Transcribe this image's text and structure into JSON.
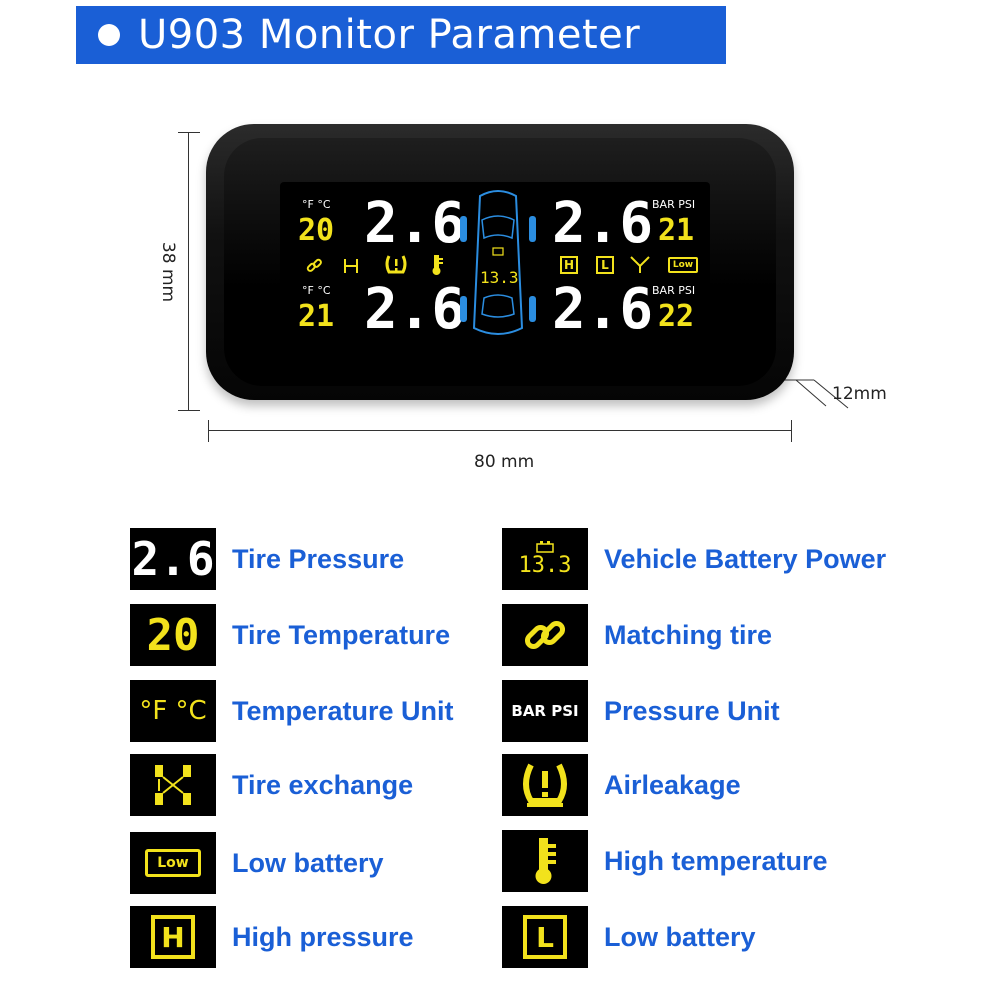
{
  "banner": {
    "title": "U903 Monitor Parameter"
  },
  "dimensions": {
    "height": "38 mm",
    "width": "80 mm",
    "depth": "12mm"
  },
  "display": {
    "temp_unit": "°F °C",
    "pressure_unit": "BAR PSI",
    "front_left": {
      "pressure": "2.6",
      "temperature": "20"
    },
    "front_right": {
      "pressure": "2.6",
      "temperature": "21"
    },
    "rear_left": {
      "pressure": "2.6",
      "temperature": "21"
    },
    "rear_right": {
      "pressure": "2.6",
      "temperature": "22"
    },
    "battery_voltage": "13.3",
    "low_badge": "Low",
    "h_badge": "H",
    "l_badge": "L"
  },
  "legend": {
    "left": [
      {
        "tile": "2.6",
        "label": "Tire Pressure",
        "icon": "pressure-digits-icon"
      },
      {
        "tile": "20",
        "label": "Tire Temperature",
        "icon": "temperature-digits-icon"
      },
      {
        "tile": "°F °C",
        "label": "Temperature Unit",
        "icon": "temp-unit-icon"
      },
      {
        "tile": "",
        "label": "Tire exchange",
        "icon": "tire-exchange-icon"
      },
      {
        "tile": "Low",
        "label": "Low battery",
        "icon": "low-battery-icon"
      },
      {
        "tile": "H",
        "label": "High pressure",
        "icon": "high-pressure-icon"
      }
    ],
    "right": [
      {
        "tile": "13.3",
        "label": "Vehicle Battery Power",
        "icon": "battery-voltage-icon"
      },
      {
        "tile": "",
        "label": "Matching tire",
        "icon": "link-icon"
      },
      {
        "tile": "BAR PSI",
        "label": "Pressure Unit",
        "icon": "pressure-unit-icon"
      },
      {
        "tile": "",
        "label": "Airleakage",
        "icon": "tpms-warning-icon"
      },
      {
        "tile": "",
        "label": "High temperature",
        "icon": "thermometer-icon"
      },
      {
        "tile": "L",
        "label": "Low battery",
        "icon": "low-pressure-icon"
      }
    ]
  },
  "colors": {
    "accent": "#1a5fd6",
    "lcd_yellow": "#f2e21c",
    "lcd_blue": "#2b8de0"
  }
}
